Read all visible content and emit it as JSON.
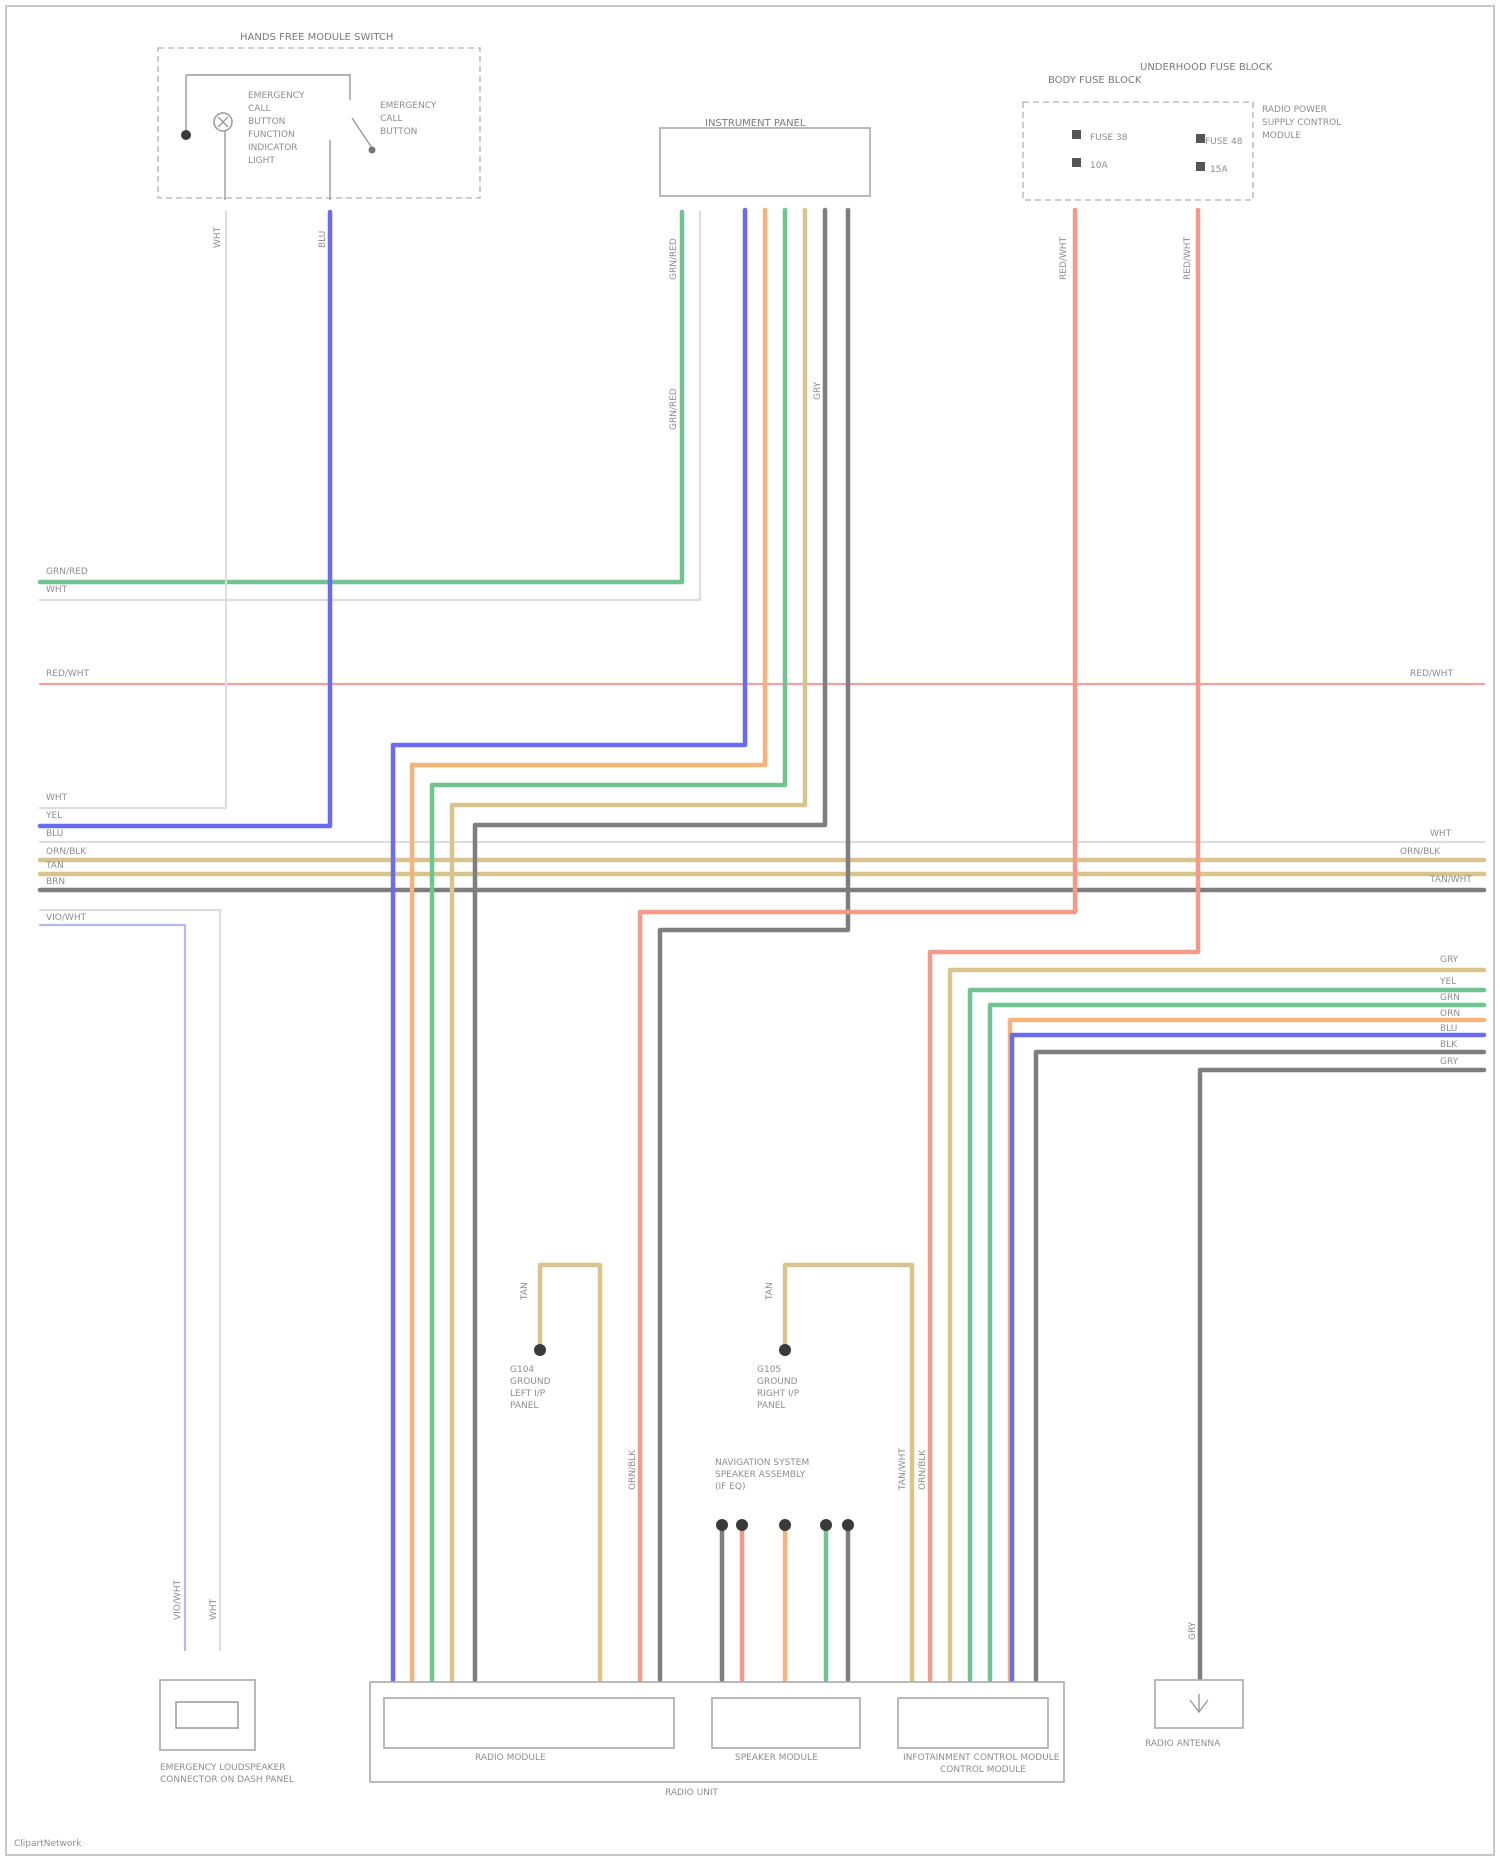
{
  "diagram": {
    "colors": {
      "blue": "#6b6bf2",
      "green": "#6fc48f",
      "teal": "#5fae8f",
      "orange": "#f5b27a",
      "salmon": "#f59a8a",
      "red": "#f4a0a0",
      "tan": "#d8c48e",
      "gray": "#7e7e7e",
      "lilac": "#b8b8f0",
      "white": "#dddddd"
    },
    "components": {
      "hands_free_switch": "HANDS FREE MODULE SWITCH",
      "emergency_button": "EMERGENCY CALL BUTTON FUNCTION INDICATOR LIGHT",
      "emergency_switch": "EMERGENCY CALL BUTTON",
      "instrument_panel": "INSTRUMENT PANEL",
      "fuse_block": "BODY FUSE BLOCK",
      "fuse_block_sub": "UNDERHOOD FUSE BLOCK",
      "fuse_1": "FUSE 38",
      "fuse_2": "FUSE 48",
      "fuse_1_amp": "10A",
      "fuse_2_amp": "15A",
      "fuse_block_note": "RADIO POWER SUPPLY CONTROL MODULE",
      "ground_left": "G104 GROUND LEFT INSTRUMENT PANEL",
      "ground_right": "G105 GROUND RIGHT INSTRUMENT PANEL",
      "speaker_assembly": "NAVIGATION SYSTEM SPEAKER ASSEMBLY",
      "emergency_loudspeaker": "EMERGENCY LOUDSPEAKER",
      "emergency_loudspeaker_sub": "CONNECTOR ON DASH PANEL",
      "radio_module": "RADIO MODULE",
      "speaker_module": "SPEAKER MODULE",
      "infotainment": "INFOTAINMENT CONTROL MODULE",
      "infotainment_sub": "CONTROL MODULE",
      "radio_unit": "RADIO UNIT",
      "radio_antenna": "RADIO ANTENNA"
    },
    "wires": {
      "w_gnrd": "GRN/RED",
      "w_wht": "WHT",
      "w_red": "RED/WHT",
      "w_red_r": "RED/WHT",
      "w_yel": "YEL",
      "w_blu": "BLU",
      "w_brn": "BRN",
      "w_orn": "ORN/BLK",
      "w_tan": "TAN",
      "w_gry": "GRY",
      "w_lilac": "VIO/WHT",
      "w_wht_r": "WHT",
      "w_orn_r": "ORN/BLK",
      "w_tan_r": "TAN/WHT",
      "w_gry_r": "GRY",
      "r_1": "GRY",
      "r_2": "YEL",
      "r_3": "GRN",
      "r_4": "ORN",
      "r_5": "BLU",
      "r_6": "BLK",
      "r_7": "GRY"
    },
    "footer": "ClipartNetwork"
  }
}
